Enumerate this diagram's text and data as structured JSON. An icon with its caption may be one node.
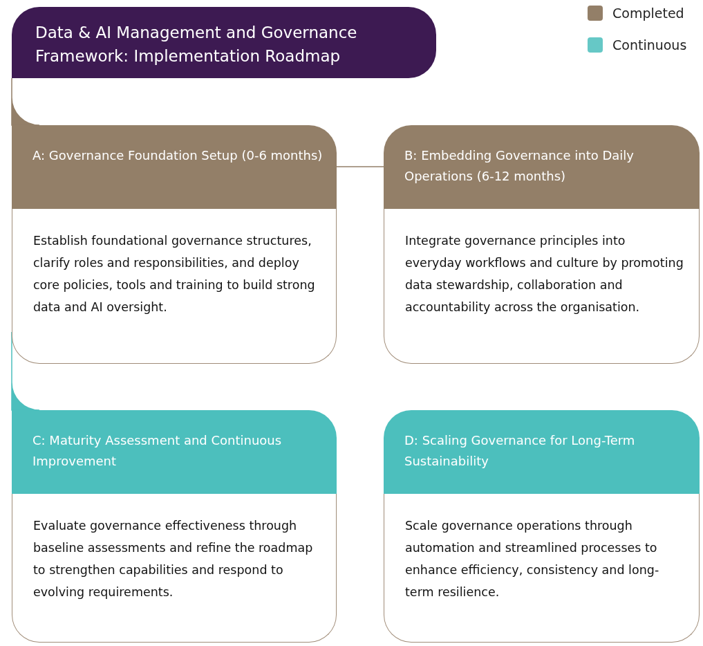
{
  "diagram": {
    "nodes": [
      {
        "text": [
          "Data & AI Management and Governance Framework: Implementation Roadmap"
        ]
      },
      {
        "text": [
          "A: Governance Foundation Setup (0-6 months)",
          "Establish foundational governance structures, clarify roles and responsibilities, and deploy core policies, tools and training to build strong data and AI oversight."
        ]
      },
      {
        "text": [
          "B: Embedding Governance into Daily Operations (6-12 months)",
          "Integrate governance principles into everyday workflows and culture by promoting data stewardship, collaboration and accountability across the organisation."
        ]
      },
      {
        "text": [
          "C: Maturity Assessment and Continuous Improvement",
          "Evaluate governance effectiveness through baseline assessments and refine the roadmap to strengthen capabilities and respond to evolving requirements."
        ]
      },
      {
        "text": [
          "D: Scaling Governance for Long-Term Sustainability",
          "Scale governance operations through automation and streamlined processes to enhance efficiency, consistency and long-term resilience."
        ]
      }
    ],
    "edges": [
      {
        "from": 0,
        "to": 1,
        "arrow": "none"
      },
      {
        "from": 1,
        "to": 2,
        "arrow": "none"
      },
      {
        "from": 1,
        "to": 3,
        "arrow": "none",
        "color": "#4cbfbd"
      }
    ],
    "legend": [
      {
        "text": "Completed",
        "color": "#937f68"
      },
      {
        "text": "Continuous",
        "color": "#66c8c6"
      }
    ]
  }
}
